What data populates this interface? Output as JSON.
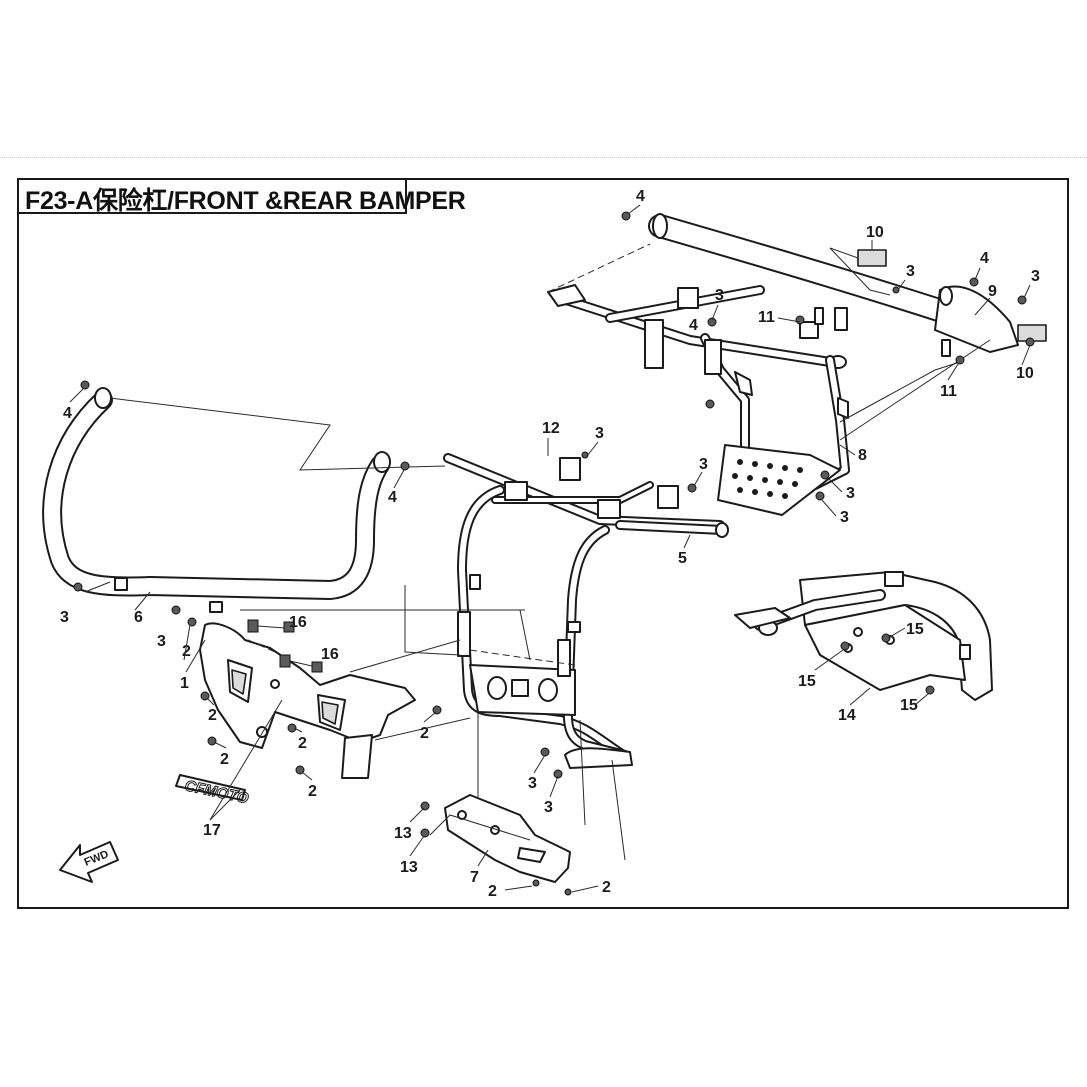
{
  "diagram": {
    "title": "F23-A保险杠/FRONT &REAR BAMPER",
    "direction_label": "FWD",
    "logo_text": "CFMOTO",
    "callouts": [
      {
        "id": "c1",
        "label": "4"
      },
      {
        "id": "c2",
        "label": "10"
      },
      {
        "id": "c3",
        "label": "3"
      },
      {
        "id": "c4",
        "label": "4"
      },
      {
        "id": "c5",
        "label": "3"
      },
      {
        "id": "c6",
        "label": "9"
      },
      {
        "id": "c7",
        "label": "3"
      },
      {
        "id": "c8",
        "label": "4"
      },
      {
        "id": "c9",
        "label": "11"
      },
      {
        "id": "c10",
        "label": "11"
      },
      {
        "id": "c11",
        "label": "10"
      },
      {
        "id": "c12",
        "label": "4"
      },
      {
        "id": "c13",
        "label": "4"
      },
      {
        "id": "c14",
        "label": "12"
      },
      {
        "id": "c15",
        "label": "3"
      },
      {
        "id": "c16",
        "label": "3"
      },
      {
        "id": "c17",
        "label": "8"
      },
      {
        "id": "c18",
        "label": "3"
      },
      {
        "id": "c19",
        "label": "3"
      },
      {
        "id": "c20",
        "label": "5"
      },
      {
        "id": "c21",
        "label": "3"
      },
      {
        "id": "c22",
        "label": "6"
      },
      {
        "id": "c23",
        "label": "3"
      },
      {
        "id": "c24",
        "label": "2"
      },
      {
        "id": "c25",
        "label": "16"
      },
      {
        "id": "c26",
        "label": "16"
      },
      {
        "id": "c27",
        "label": "1"
      },
      {
        "id": "c28",
        "label": "2"
      },
      {
        "id": "c29",
        "label": "2"
      },
      {
        "id": "c30",
        "label": "2"
      },
      {
        "id": "c31",
        "label": "2"
      },
      {
        "id": "c32",
        "label": "2"
      },
      {
        "id": "c33",
        "label": "17"
      },
      {
        "id": "c34",
        "label": "3"
      },
      {
        "id": "c35",
        "label": "3"
      },
      {
        "id": "c36",
        "label": "13"
      },
      {
        "id": "c37",
        "label": "13"
      },
      {
        "id": "c38",
        "label": "7"
      },
      {
        "id": "c39",
        "label": "2"
      },
      {
        "id": "c40",
        "label": "2"
      },
      {
        "id": "c41",
        "label": "15"
      },
      {
        "id": "c42",
        "label": "15"
      },
      {
        "id": "c43",
        "label": "15"
      },
      {
        "id": "c44",
        "label": "14"
      }
    ]
  }
}
